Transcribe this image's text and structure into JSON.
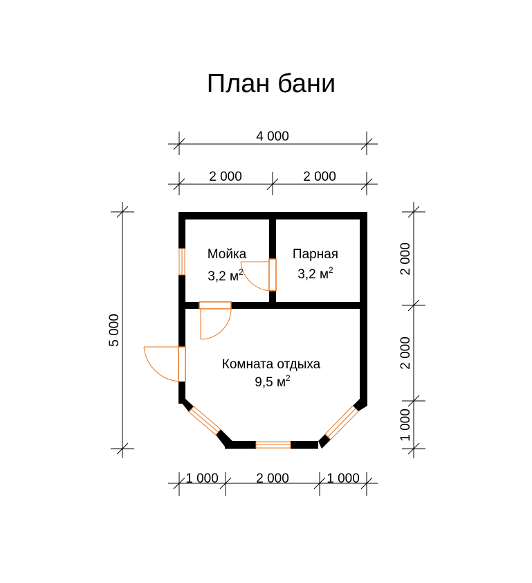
{
  "title": "План бани",
  "dimensions": {
    "top_total": "4 000",
    "top_left": "2 000",
    "top_right": "2 000",
    "left_total": "5 000",
    "right_upper": "2 000",
    "right_middle": "2 000",
    "right_lower": "1 000",
    "bottom_left": "1 000",
    "bottom_middle": "2 000",
    "bottom_right": "1 000"
  },
  "rooms": {
    "washroom": {
      "name": "Мойка",
      "area": "3,2 м",
      "unit_power": "2"
    },
    "steam_room": {
      "name": "Парная",
      "area": "3,2 м",
      "unit_power": "2"
    },
    "rest_room": {
      "name": "Комната отдыха",
      "area": "9,5 м",
      "unit_power": "2"
    }
  },
  "colors": {
    "walls": "#000000",
    "doors_windows": "#e8741c",
    "background": "#ffffff"
  }
}
